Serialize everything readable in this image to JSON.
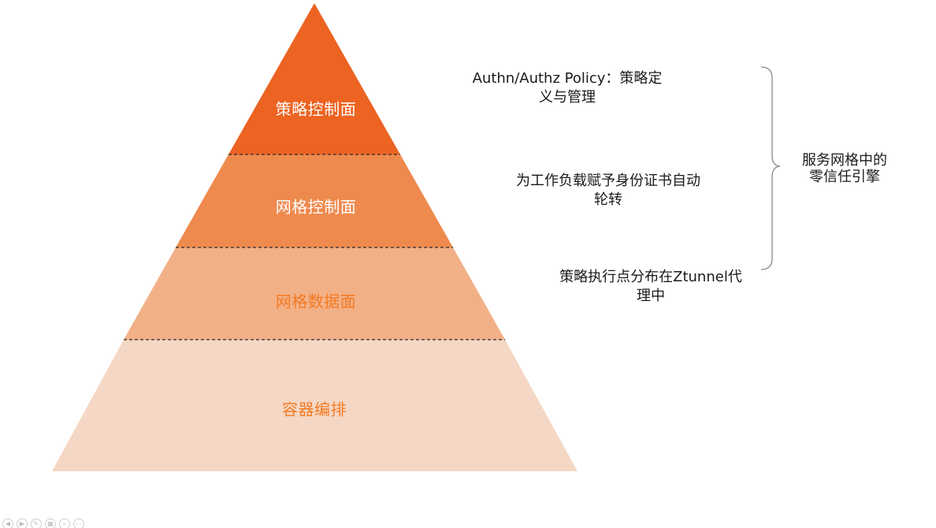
{
  "pyramid": {
    "layers": [
      {
        "label": "策略控制面",
        "fill": "#ec6322",
        "text_color": "#ffffff"
      },
      {
        "label": "网格控制面",
        "fill": "#ef8a4e",
        "text_color": "#ffffff"
      },
      {
        "label": "网格数据面",
        "fill": "#f2b087",
        "text_color": "#f47a22"
      },
      {
        "label": "容器编排",
        "fill": "#f4d7c4",
        "text_color": "#f47a22"
      }
    ],
    "divider_color": "#2a2a2a"
  },
  "annotations": [
    {
      "line1": "Authn/Authz Policy：策略定",
      "line2": "义与管理"
    },
    {
      "line1": "为工作负载赋予身份证书自动",
      "line2": "轮转"
    },
    {
      "line1": "策略执行点分布在Ztunnel代",
      "line2": "理中"
    }
  ],
  "summary": {
    "line1": "服务网格中的",
    "line2": "零信任引擎"
  },
  "toolbar": {
    "icons": [
      "prev-icon",
      "next-icon",
      "pen-icon",
      "slides-icon",
      "zoom-icon",
      "more-icon"
    ],
    "glyphs": [
      "◀",
      "▶",
      "✎",
      "▦",
      "⌕",
      "⋯"
    ]
  }
}
